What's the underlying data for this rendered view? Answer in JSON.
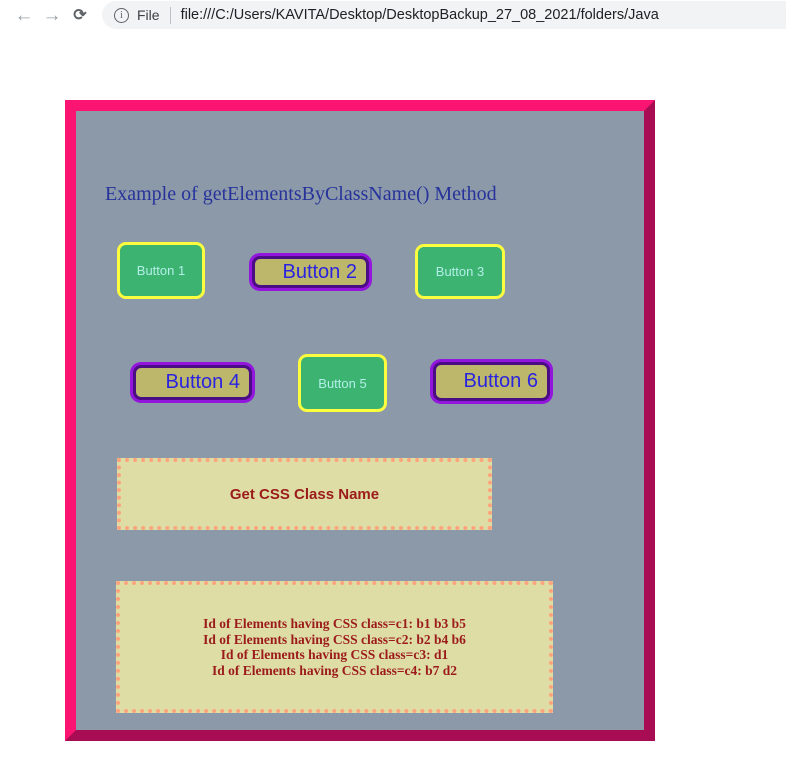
{
  "browser": {
    "icons": {
      "back": "←",
      "forward": "→",
      "reload": "⟳",
      "info": "i"
    },
    "address": {
      "site_label": "File",
      "url": "file:///C:/Users/KAVITA/Desktop/DesktopBackup_27_08_2021/folders/Java"
    }
  },
  "page": {
    "title": "Example of getElementsByClassName() Method",
    "buttons": [
      {
        "label": "Button 1",
        "style": "green"
      },
      {
        "label": "Button 2",
        "style": "khaki"
      },
      {
        "label": "Button 3",
        "style": "green"
      },
      {
        "label": "Button 4",
        "style": "khaki"
      },
      {
        "label": "Button 5",
        "style": "green"
      },
      {
        "label": "Button 6",
        "style": "khaki"
      }
    ],
    "get_button_label": "Get CSS Class Name",
    "results": [
      "Id of Elements having CSS class=c1: b1 b3 b5",
      "Id of Elements having CSS class=c2: b2 b4 b6",
      "Id of Elements having CSS class=c3: d1",
      "Id of Elements having CSS class=c4: b7 d2"
    ]
  },
  "colors": {
    "frame_border_light": "#fb1471",
    "frame_border_dark": "#a80d53",
    "page_bg": "#8b99a8",
    "green_button_bg": "#3cb371",
    "green_button_border": "#fdfd3f",
    "green_button_text": "#b2efe8",
    "khaki_button_bg": "#bdb76b",
    "khaki_button_border_outer": "#9316dd",
    "khaki_button_border_inner": "#4b0d85",
    "khaki_button_text": "#2a24e0",
    "panel_bg": "#dfdda6",
    "panel_border": "#fda47c",
    "panel_text": "#9b1b1b",
    "title_text": "#27339b"
  }
}
